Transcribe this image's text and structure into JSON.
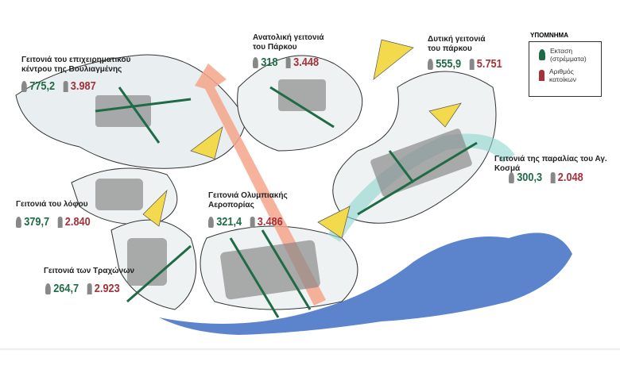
{
  "legend": {
    "title": "ΥΠΟΜΝΗΜΑ",
    "area_label_1": "Εκταση",
    "area_label_2": "(στρέμματα)",
    "pop_label_1": "Αριθμός",
    "pop_label_2": "κατοίκων"
  },
  "colors": {
    "area": "#1f6b45",
    "population": "#a3323a",
    "water": "#2f63b8",
    "axis": "#f5a48a",
    "arrow": "#f2da4c"
  },
  "neighborhoods": [
    {
      "name_1": "Γειτονιά του επιχειρηματικού",
      "name_2": "κέντρου της Βουλιαγμένης",
      "area": "775,2",
      "population": "3.987"
    },
    {
      "name_1": "Ανατολική γειτονιά",
      "name_2": "του Πάρκου",
      "area": "318",
      "population": "3.448"
    },
    {
      "name_1": "Δυτική γειτονιά",
      "name_2": "του πάρκου",
      "area": "555,9",
      "population": "5.751"
    },
    {
      "name_1": "Γειτονιά της παραλίας του Αγ. Κοσμά",
      "name_2": "",
      "area": "300,3",
      "population": "2.048"
    },
    {
      "name_1": "Γειτονιά του λόφου",
      "name_2": "",
      "area": "379,7",
      "population": "2.840"
    },
    {
      "name_1": "Γειτονιά Ολυμπιακής",
      "name_2": "Αεροπορίας",
      "area": "321,4",
      "population": "3.486"
    },
    {
      "name_1": "Γειτονιά των Τραχώνων",
      "name_2": "",
      "area": "264,7",
      "population": "2.923"
    }
  ]
}
